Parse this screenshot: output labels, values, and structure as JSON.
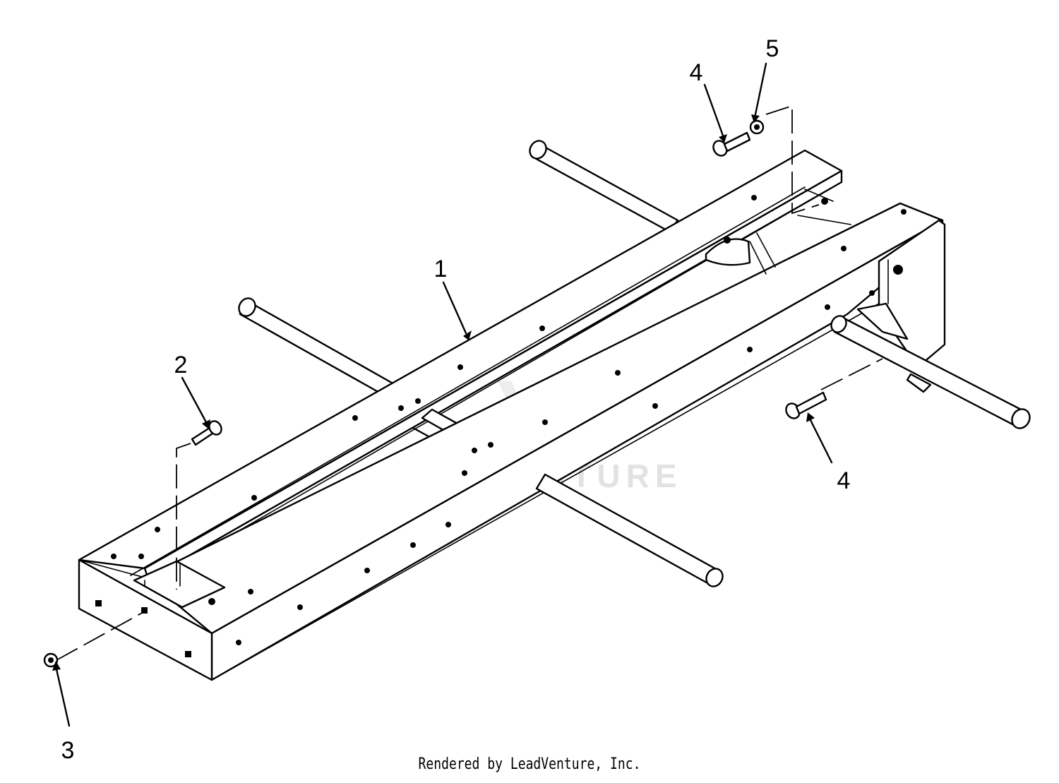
{
  "diagram": {
    "callouts": [
      "1",
      "2",
      "3",
      "4",
      "4",
      "5"
    ],
    "watermark": "LEADVENTURE",
    "credit": "Rendered by LeadVenture, Inc."
  }
}
